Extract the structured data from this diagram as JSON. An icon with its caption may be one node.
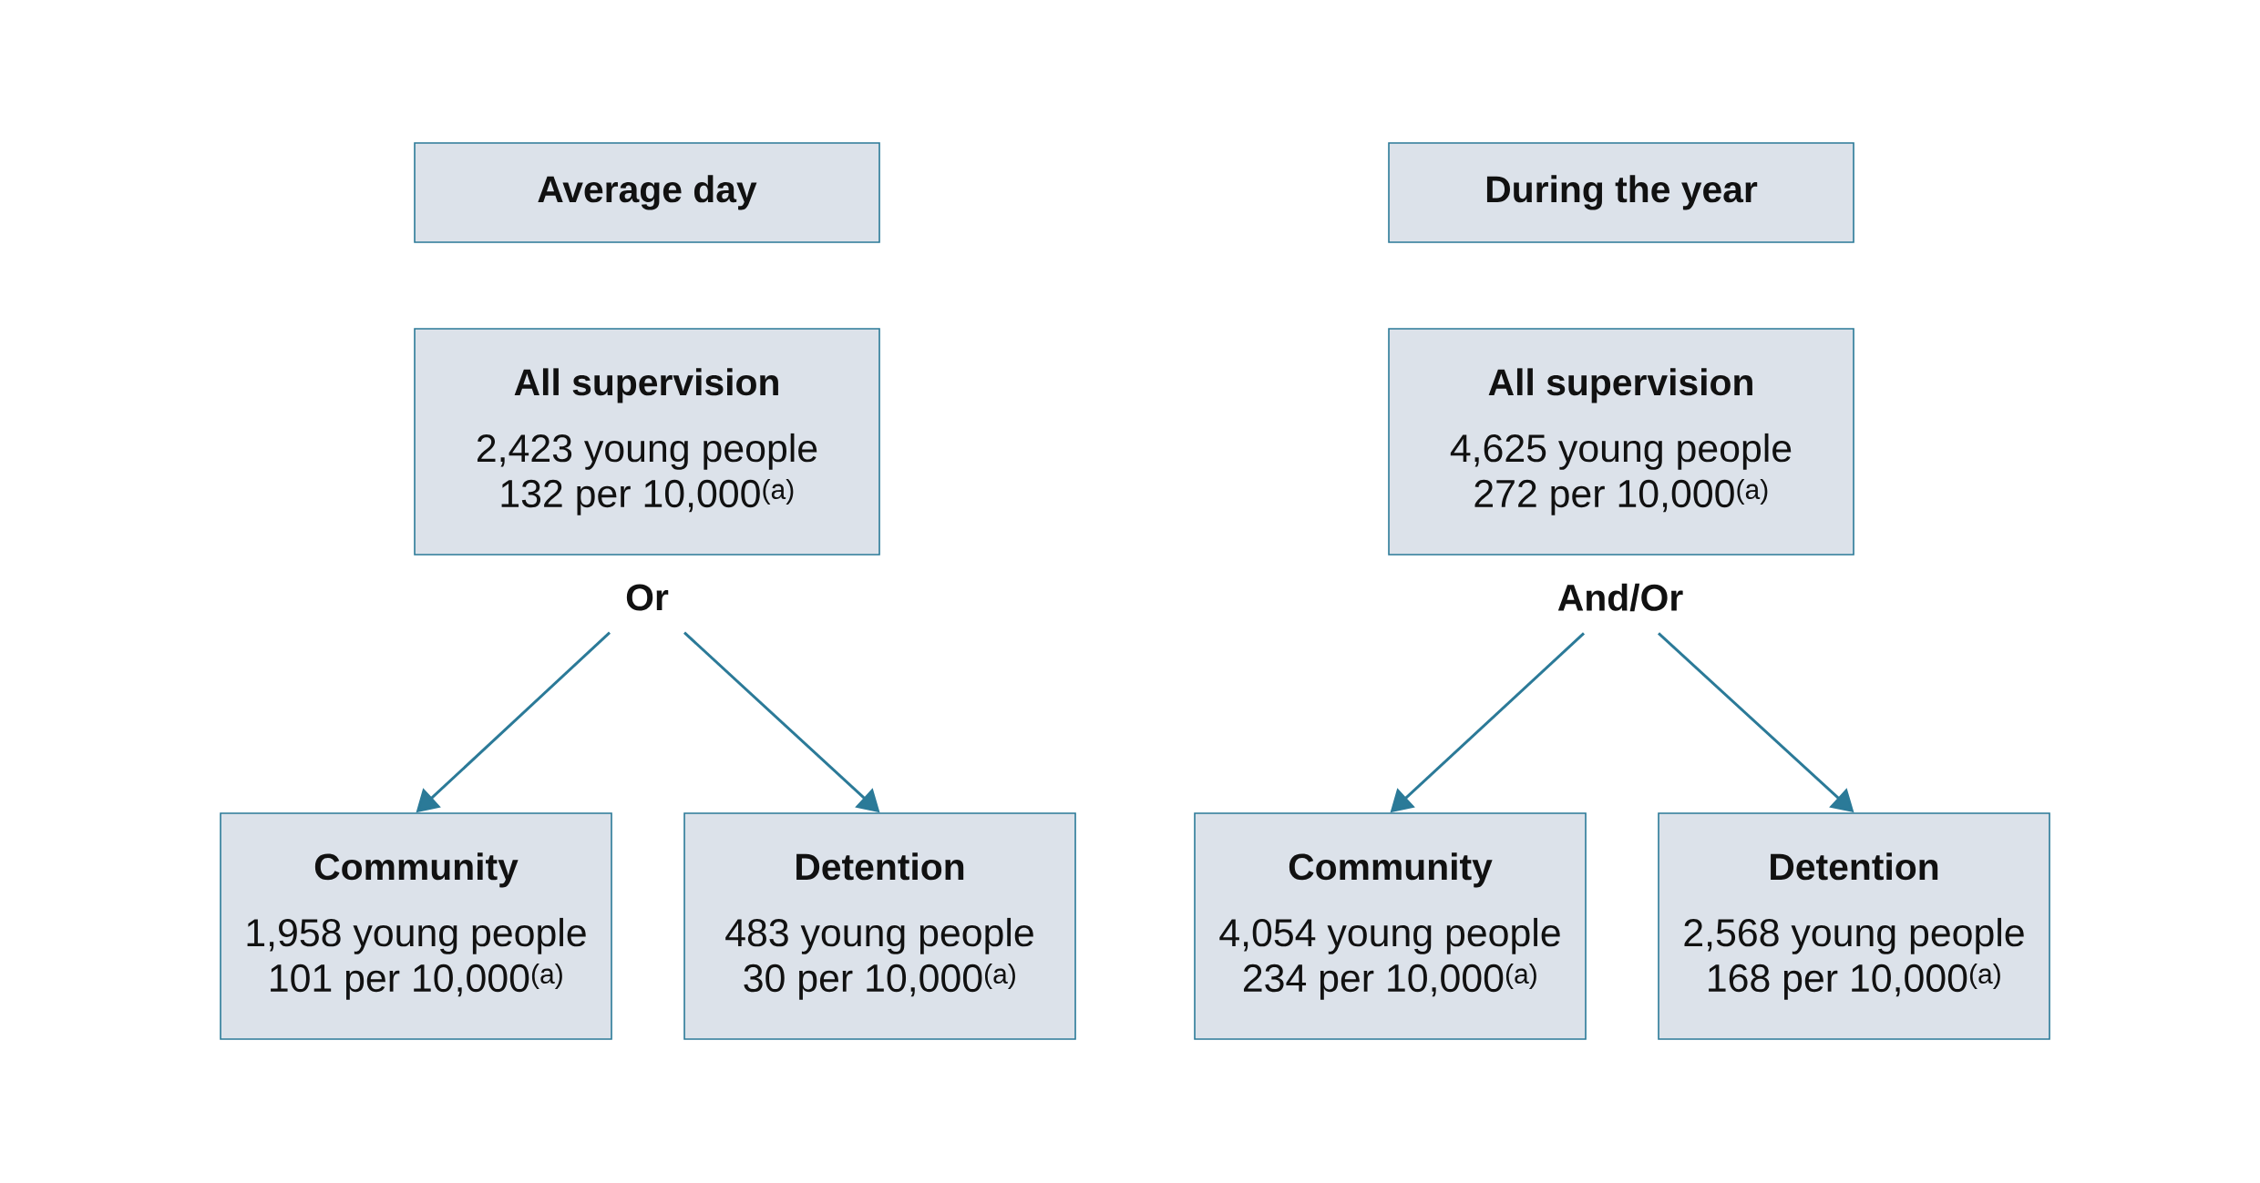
{
  "diagram": {
    "nodes": [
      {
        "text": [
          "Average day"
        ]
      },
      {
        "text": [
          "During the year"
        ]
      },
      {
        "text": [
          "All supervision",
          "2,423 young people 132 per 10,000$^{(a)}$"
        ]
      },
      {
        "text": [
          "All supervision",
          "4,625 young people 272 per 10,000$^{(a)}$"
        ]
      },
      {
        "text": [
          "Or"
        ]
      },
      {
        "text": [
          "And/Or"
        ]
      },
      {
        "text": [
          "Community",
          "1,958 young people 101 per 10,000$^{(a)}$"
        ]
      },
      {
        "text": [
          "Detention",
          "483 young people 30 per 10,000$^{(a)}$"
        ]
      },
      {
        "text": [
          "Community",
          "4,054 young people 234 per 10,000$^{(a)}$"
        ]
      },
      {
        "text": [
          "Detention",
          "2,568 young people 168 per 10,000$^{(a)}$"
        ]
      }
    ],
    "edges": [
      {
        "from": 4,
        "to": 6,
        "arrow": "to"
      },
      {
        "from": 4,
        "to": 7,
        "arrow": "to"
      },
      {
        "from": 5,
        "to": 8,
        "arrow": "to"
      },
      {
        "from": 5,
        "to": 9,
        "arrow": "to"
      }
    ]
  }
}
